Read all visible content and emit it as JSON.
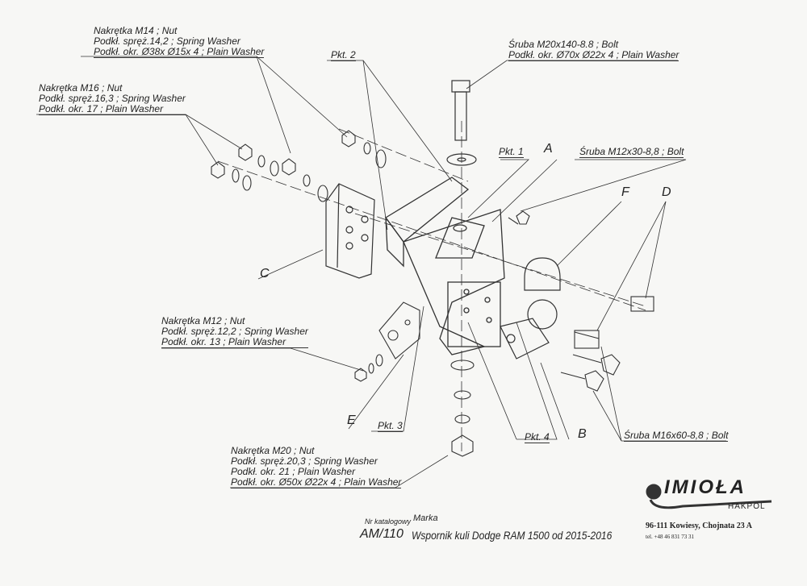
{
  "callouts": {
    "m14": [
      "Nakrętka  M14 ; Nut",
      "Podkł. spręż.14,2 ; Spring Washer",
      "Podkł. okr.  Ø38x Ø15x 4 ; Plain Washer"
    ],
    "m16": [
      "Nakrętka  M16 ; Nut",
      "Podkł. spręż.16,3 ; Spring Washer",
      "Podkł. okr. 17 ; Plain Washer"
    ],
    "m12": [
      "Nakrętka  M12 ; Nut",
      "Podkł. spręż.12,2 ; Spring Washer",
      "Podkł. okr. 13 ; Plain Washer"
    ],
    "m20": [
      "Nakrętka  M20 ; Nut",
      "Podkł. spręż.20,3 ; Spring Washer",
      "Podkł. okr. 21 ; Plain Washer",
      "Podkł. okr.  Ø50x Ø22x 4 ; Plain Washer"
    ],
    "bolt_m20": [
      "Śruba M20x140-8.8 ;  Bolt",
      "Podkł. okr.  Ø70x Ø22x 4 ; Plain Washer"
    ],
    "bolt_m12": "Śruba M12x30-8,8 ;  Bolt",
    "bolt_m16": "Śruba M16x60-8,8 ;  Bolt"
  },
  "markers": {
    "pkt1": "Pkt. 1",
    "pkt2": "Pkt. 2",
    "pkt3": "Pkt. 3",
    "pkt4": "Pkt. 4",
    "A": "A",
    "B": "B",
    "C": "C",
    "D": "D",
    "E": "E",
    "F": "F"
  },
  "footer": {
    "catalog_label": "Nr katalogowy",
    "catalog_value": "AM/110",
    "brand_label": "Marka",
    "description": "Wspornik kuli Dodge RAM 1500   od 2015-2016",
    "logo_text": "IMIOŁA",
    "logo_sub": "HAKPOL",
    "address": "96-111 Kowiesy, Chojnata 23 A",
    "phone": "tel. +48 46 831 73 31"
  }
}
